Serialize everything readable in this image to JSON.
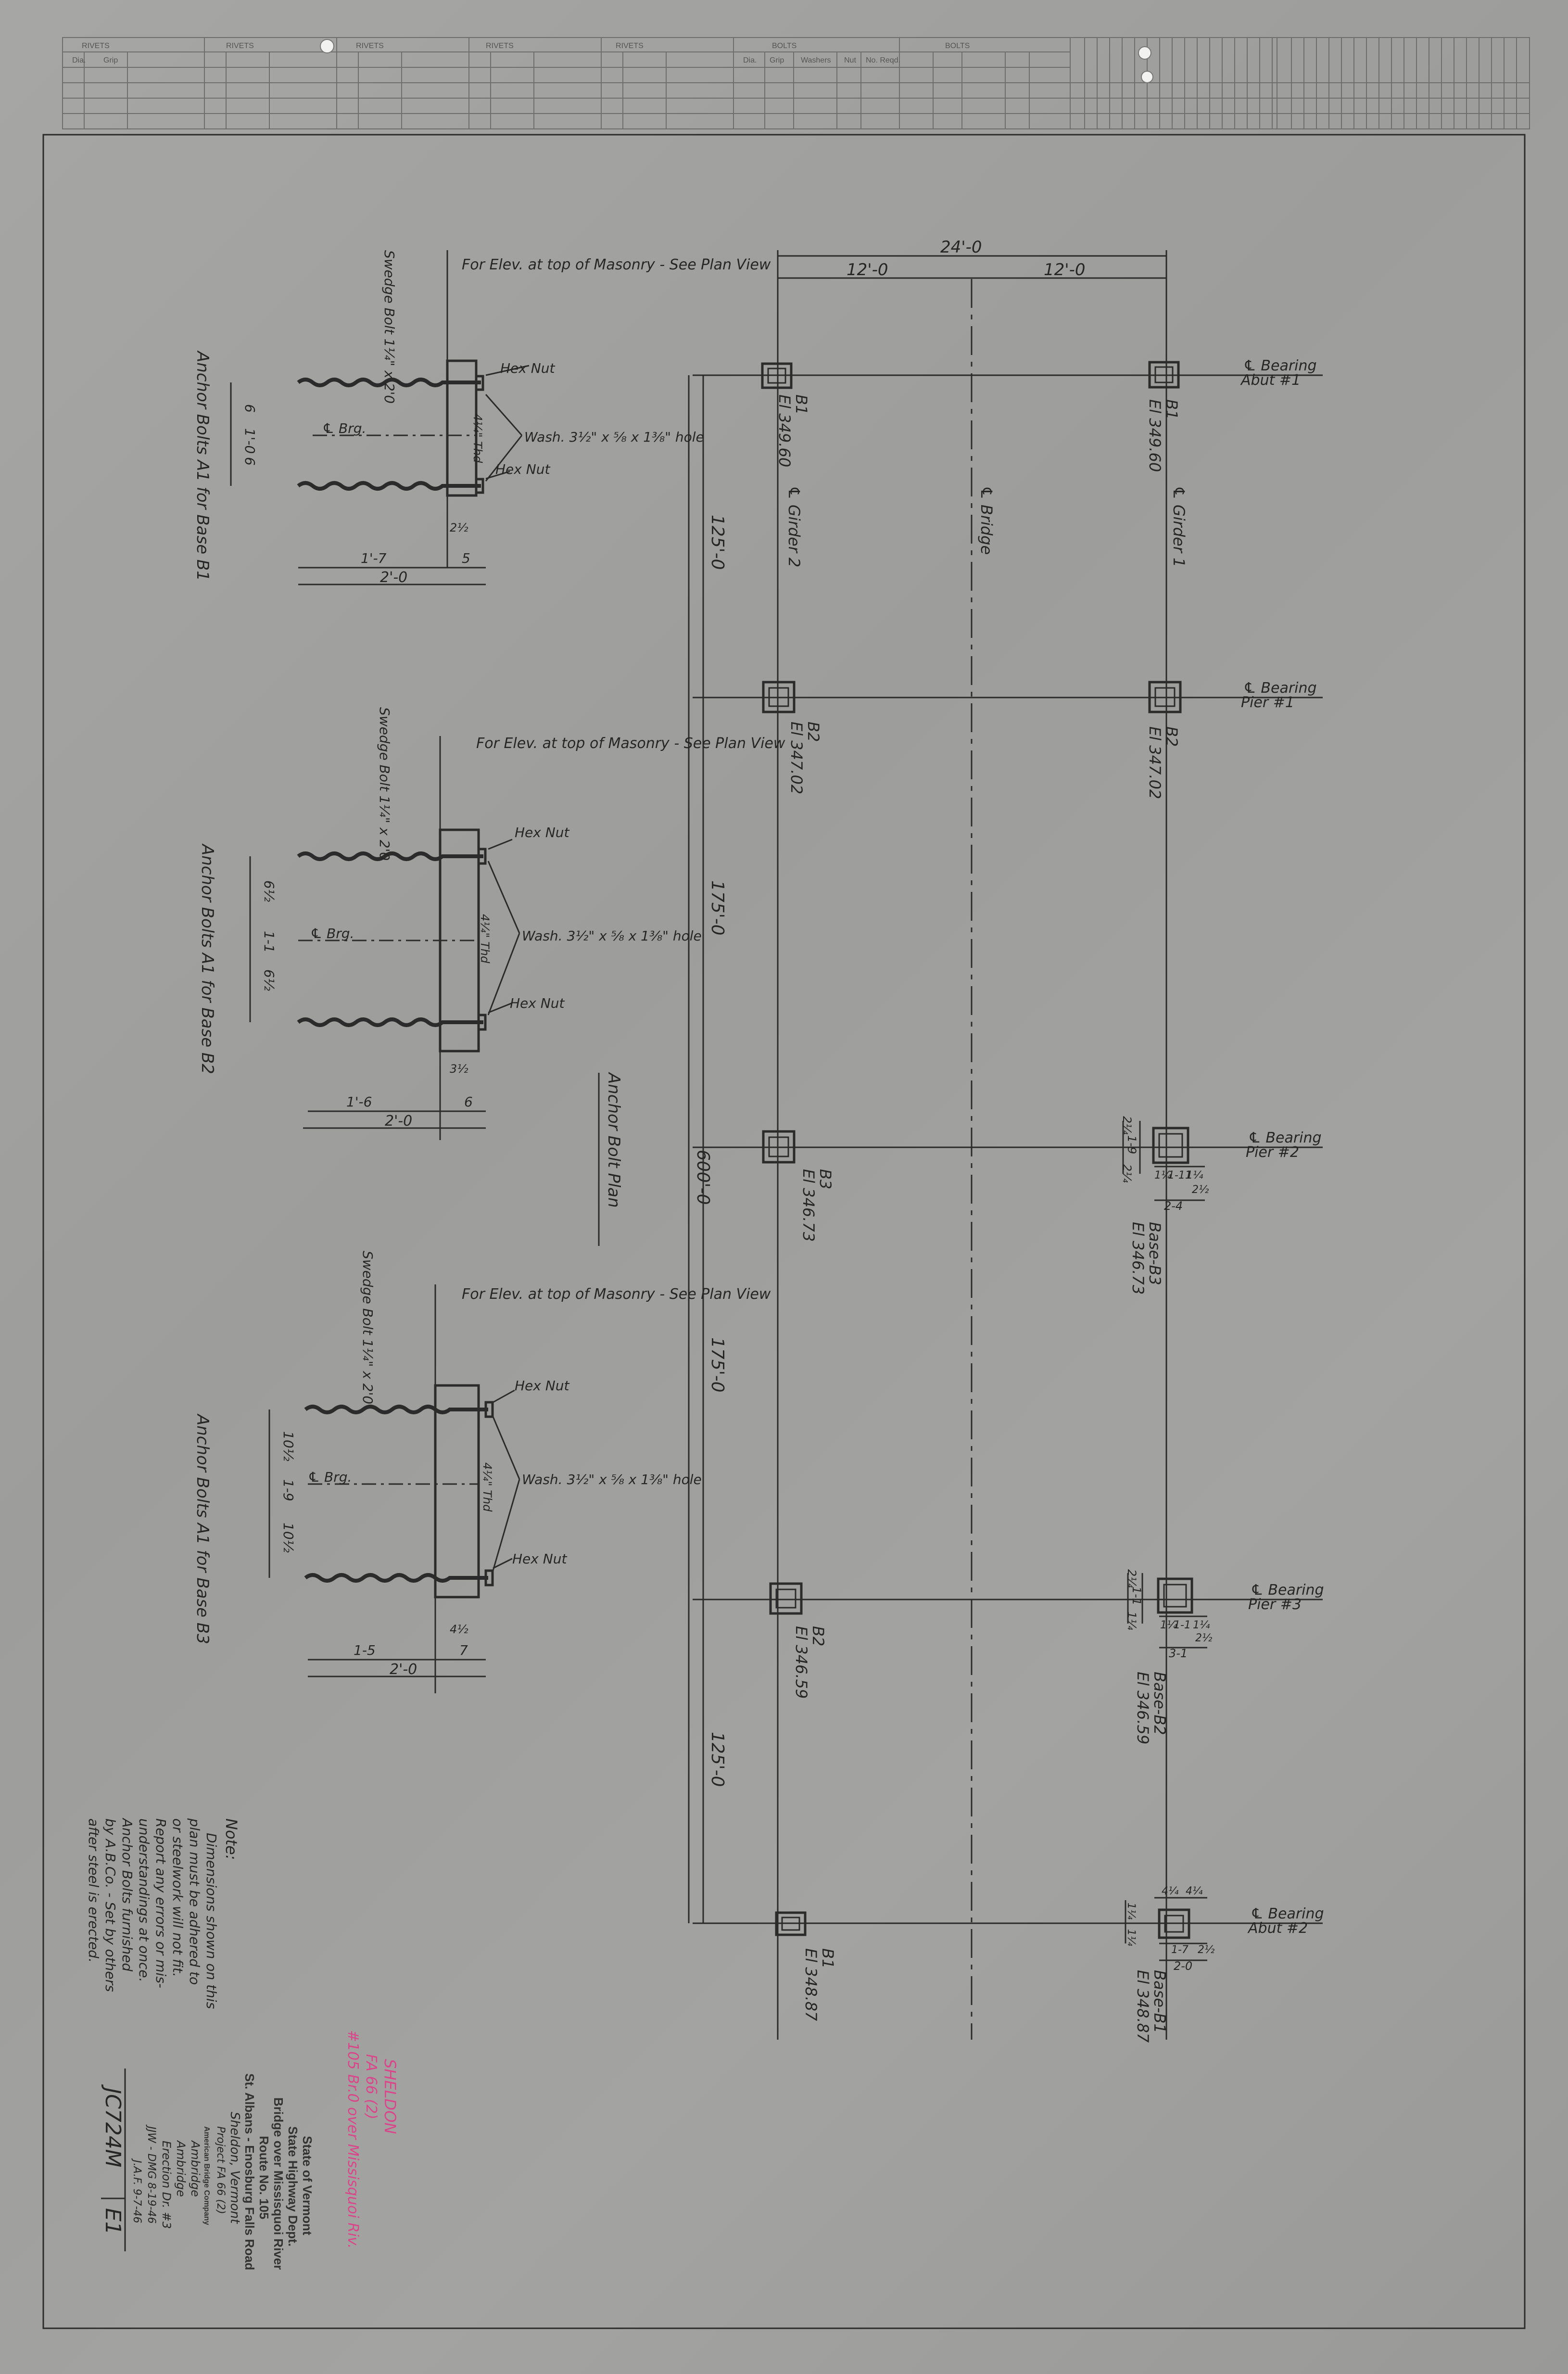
{
  "header_table": {
    "groups": [
      "RIVETS",
      "RIVETS",
      "RIVETS",
      "RIVETS",
      "RIVETS",
      "BOLTS",
      "BOLTS"
    ],
    "rivet_cols": [
      "Dia.",
      "Grip"
    ],
    "bolt_cols": [
      "Dia.",
      "Grip",
      "Washers",
      "Nut",
      "No. Reqd."
    ]
  },
  "plan": {
    "title": "Anchor Bolt Plan",
    "overall_width": "24'-0",
    "half_widths": [
      "12'-0",
      "12'-0"
    ],
    "overall_length": "600'-0",
    "spans": [
      "125'-0",
      "175'-0",
      "175'-0",
      "125'-0"
    ],
    "girder_left": "℄ Girder 2",
    "girder_right": "℄ Girder 1",
    "bridge_cl": "℄ Bridge",
    "bearings": [
      {
        "label1": "℄ Bearing",
        "label2": "Abut #1",
        "left": [
          "B1",
          "El 349.60"
        ],
        "right": [
          "B1",
          "El 349.60"
        ]
      },
      {
        "label1": "℄ Bearing",
        "label2": "Pier #1",
        "left": [
          "B2",
          "El 347.02"
        ],
        "right": [
          "B2",
          "El 347.02"
        ]
      },
      {
        "label1": "℄ Bearing",
        "label2": "Pier #2",
        "left": [
          "B3",
          "El 346.73"
        ],
        "right": [
          "Base-B3",
          "El 346.73"
        ]
      },
      {
        "label1": "℄ Bearing",
        "label2": "Pier #3",
        "left": [
          "B2",
          "El 346.59"
        ],
        "right": [
          "Base-B2",
          "El 346.59"
        ]
      },
      {
        "label1": "℄ Bearing",
        "label2": "Abut #2",
        "left": [
          "B1",
          "El 348.87"
        ],
        "right": [
          "Base-B1",
          "El 348.87"
        ]
      }
    ],
    "base_b3_dims": [
      "2¼",
      "1-9",
      "2¼",
      "1¼",
      "1-11",
      "1¼",
      "2½",
      "2-4"
    ],
    "base_b2_dims": [
      "2¼",
      "1-1",
      "1¼",
      "1¼",
      "1-1",
      "1¼",
      "2½",
      "3-1"
    ],
    "base_b1_dims": [
      "4¼",
      "4¼",
      "1¼",
      "1¼",
      "1-7",
      "2½",
      "2-0"
    ]
  },
  "details": [
    {
      "title": "Anchor Bolts A1 for Base B1",
      "bolt": "Swedge Bolt 1¼\" x 2'0",
      "note": "For Elev. at top of Masonry - See Plan View",
      "hex_nut": "Hex Nut",
      "washer": "Wash. 3½\" x ⅝ x 1⅜\" hole",
      "thd": "4¼\" Thd",
      "brg": "℄ Brg.",
      "spacing": [
        "6",
        "1'-0",
        "6"
      ],
      "dims": [
        "1'-7",
        "5",
        "2'-0",
        "2½"
      ]
    },
    {
      "title": "Anchor Bolts A1 for Base B2",
      "bolt": "Swedge Bolt 1¼\" x 2'0",
      "note": "For Elev. at top of Masonry - See Plan View",
      "hex_nut": "Hex Nut",
      "washer": "Wash. 3½\" x ⅝ x 1⅜\" hole",
      "thd": "4¼\" Thd",
      "brg": "℄ Brg.",
      "spacing": [
        "6½",
        "1-1",
        "6½"
      ],
      "dims": [
        "1'-6",
        "6",
        "2'-0",
        "3½"
      ]
    },
    {
      "title": "Anchor Bolts A1 for Base B3",
      "bolt": "Swedge Bolt 1¼\" x 2'0",
      "note": "For Elev. at top of Masonry - See Plan View",
      "hex_nut": "Hex Nut",
      "washer": "Wash. 3½\" x ⅝ x 1⅜\" hole",
      "thd": "4¼\" Thd",
      "brg": "℄ Brg.",
      "spacing": [
        "10½",
        "1-9",
        "10½"
      ],
      "dims": [
        "1-5",
        "7",
        "2'-0",
        "4½"
      ]
    }
  ],
  "notes": {
    "heading": "Note:",
    "lines": [
      "Dimensions shown on this",
      "plan must be adhered to",
      "or steelwork will not fit.",
      "Report any errors or mis-",
      "understandings at once.",
      "Anchor Bolts furnished",
      "by A.B.Co. - Set by others",
      "after steel is erected."
    ]
  },
  "title_block": {
    "lines": [
      "State of Vermont",
      "State Highway Dept.",
      "Bridge over Missisquoi River",
      "Route No. 105",
      "St. Albans - Enosburg Falls Road",
      "Sheldon, Vermont",
      "Project FA 66 (2)",
      "American Bridge Company",
      "Ambridge",
      "Ambridge",
      "Erection Dr. #3",
      "JJW - DMG 8-19-46",
      "J.A.F. 9-7-46"
    ],
    "order_no": "JC724M",
    "sheet": "E1"
  },
  "pink_annotation": [
    "SHELDON",
    "FA 66 (2)",
    "#105 Br.0 over Missisquoi Riv."
  ]
}
